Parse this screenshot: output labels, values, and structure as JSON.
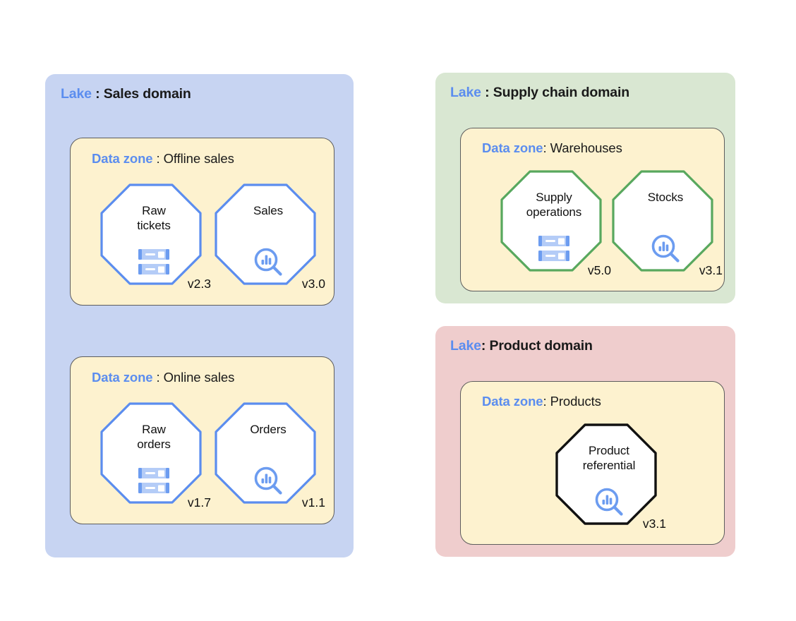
{
  "palette": {
    "accent_blue": "#5b8def",
    "octagon_blue": "#5b8def",
    "octagon_green": "#58a85e",
    "octagon_black": "#111111",
    "lake_blue_bg": "#c7d4f2",
    "lake_green_bg": "#d9e7d2",
    "lake_pink_bg": "#efcdcd",
    "zone_bg": "#fdf2cf",
    "zone_border": "#5d5d5d",
    "text_dark": "#111111"
  },
  "lakes": [
    {
      "id": "sales",
      "keyword": "Lake",
      "separator": " : ",
      "name": "Sales domain",
      "bg": "#c7d4f2",
      "zones": [
        {
          "id": "offline-sales",
          "keyword": "Data zone",
          "separator": " : ",
          "name": "Offline sales",
          "assets": [
            {
              "id": "raw-tickets",
              "label": "Raw\ntickets",
              "line1": "Raw",
              "line2": "tickets",
              "version": "v2.3",
              "icon": "database-icon",
              "outline": "#5b8def"
            },
            {
              "id": "sales",
              "label": "Sales",
              "line1": "Sales",
              "line2": "",
              "version": "v3.0",
              "icon": "analytics-search-icon",
              "outline": "#5b8def"
            }
          ]
        },
        {
          "id": "online-sales",
          "keyword": "Data zone",
          "separator": " : ",
          "name": "Online sales",
          "assets": [
            {
              "id": "raw-orders",
              "label": "Raw\norders",
              "line1": "Raw",
              "line2": "orders",
              "version": "v1.7",
              "icon": "database-icon",
              "outline": "#5b8def"
            },
            {
              "id": "orders",
              "label": "Orders",
              "line1": "Orders",
              "line2": "",
              "version": "v1.1",
              "icon": "analytics-search-icon",
              "outline": "#5b8def"
            }
          ]
        }
      ]
    },
    {
      "id": "supply-chain",
      "keyword": "Lake",
      "separator": " : ",
      "name": "Supply chain domain",
      "bg": "#d9e7d2",
      "zones": [
        {
          "id": "warehouses",
          "keyword": "Data zone",
          "separator": ": ",
          "name": "Warehouses",
          "assets": [
            {
              "id": "supply-operations",
              "label": "Supply\noperations",
              "line1": "Supply",
              "line2": "operations",
              "version": "v5.0",
              "icon": "database-icon",
              "outline": "#58a85e"
            },
            {
              "id": "stocks",
              "label": "Stocks",
              "line1": "Stocks",
              "line2": "",
              "version": "v3.1",
              "icon": "analytics-search-icon",
              "outline": "#58a85e"
            }
          ]
        }
      ]
    },
    {
      "id": "product",
      "keyword": "Lake",
      "separator": ": ",
      "name": "Product domain",
      "bg": "#efcdcd",
      "zones": [
        {
          "id": "products",
          "keyword": "Data zone",
          "separator": ": ",
          "name": "Products",
          "assets": [
            {
              "id": "product-referential",
              "label": "Product\nreferential",
              "line1": "Product",
              "line2": "referential",
              "version": "v3.1",
              "icon": "analytics-search-icon",
              "outline": "#111111"
            }
          ]
        }
      ]
    }
  ]
}
